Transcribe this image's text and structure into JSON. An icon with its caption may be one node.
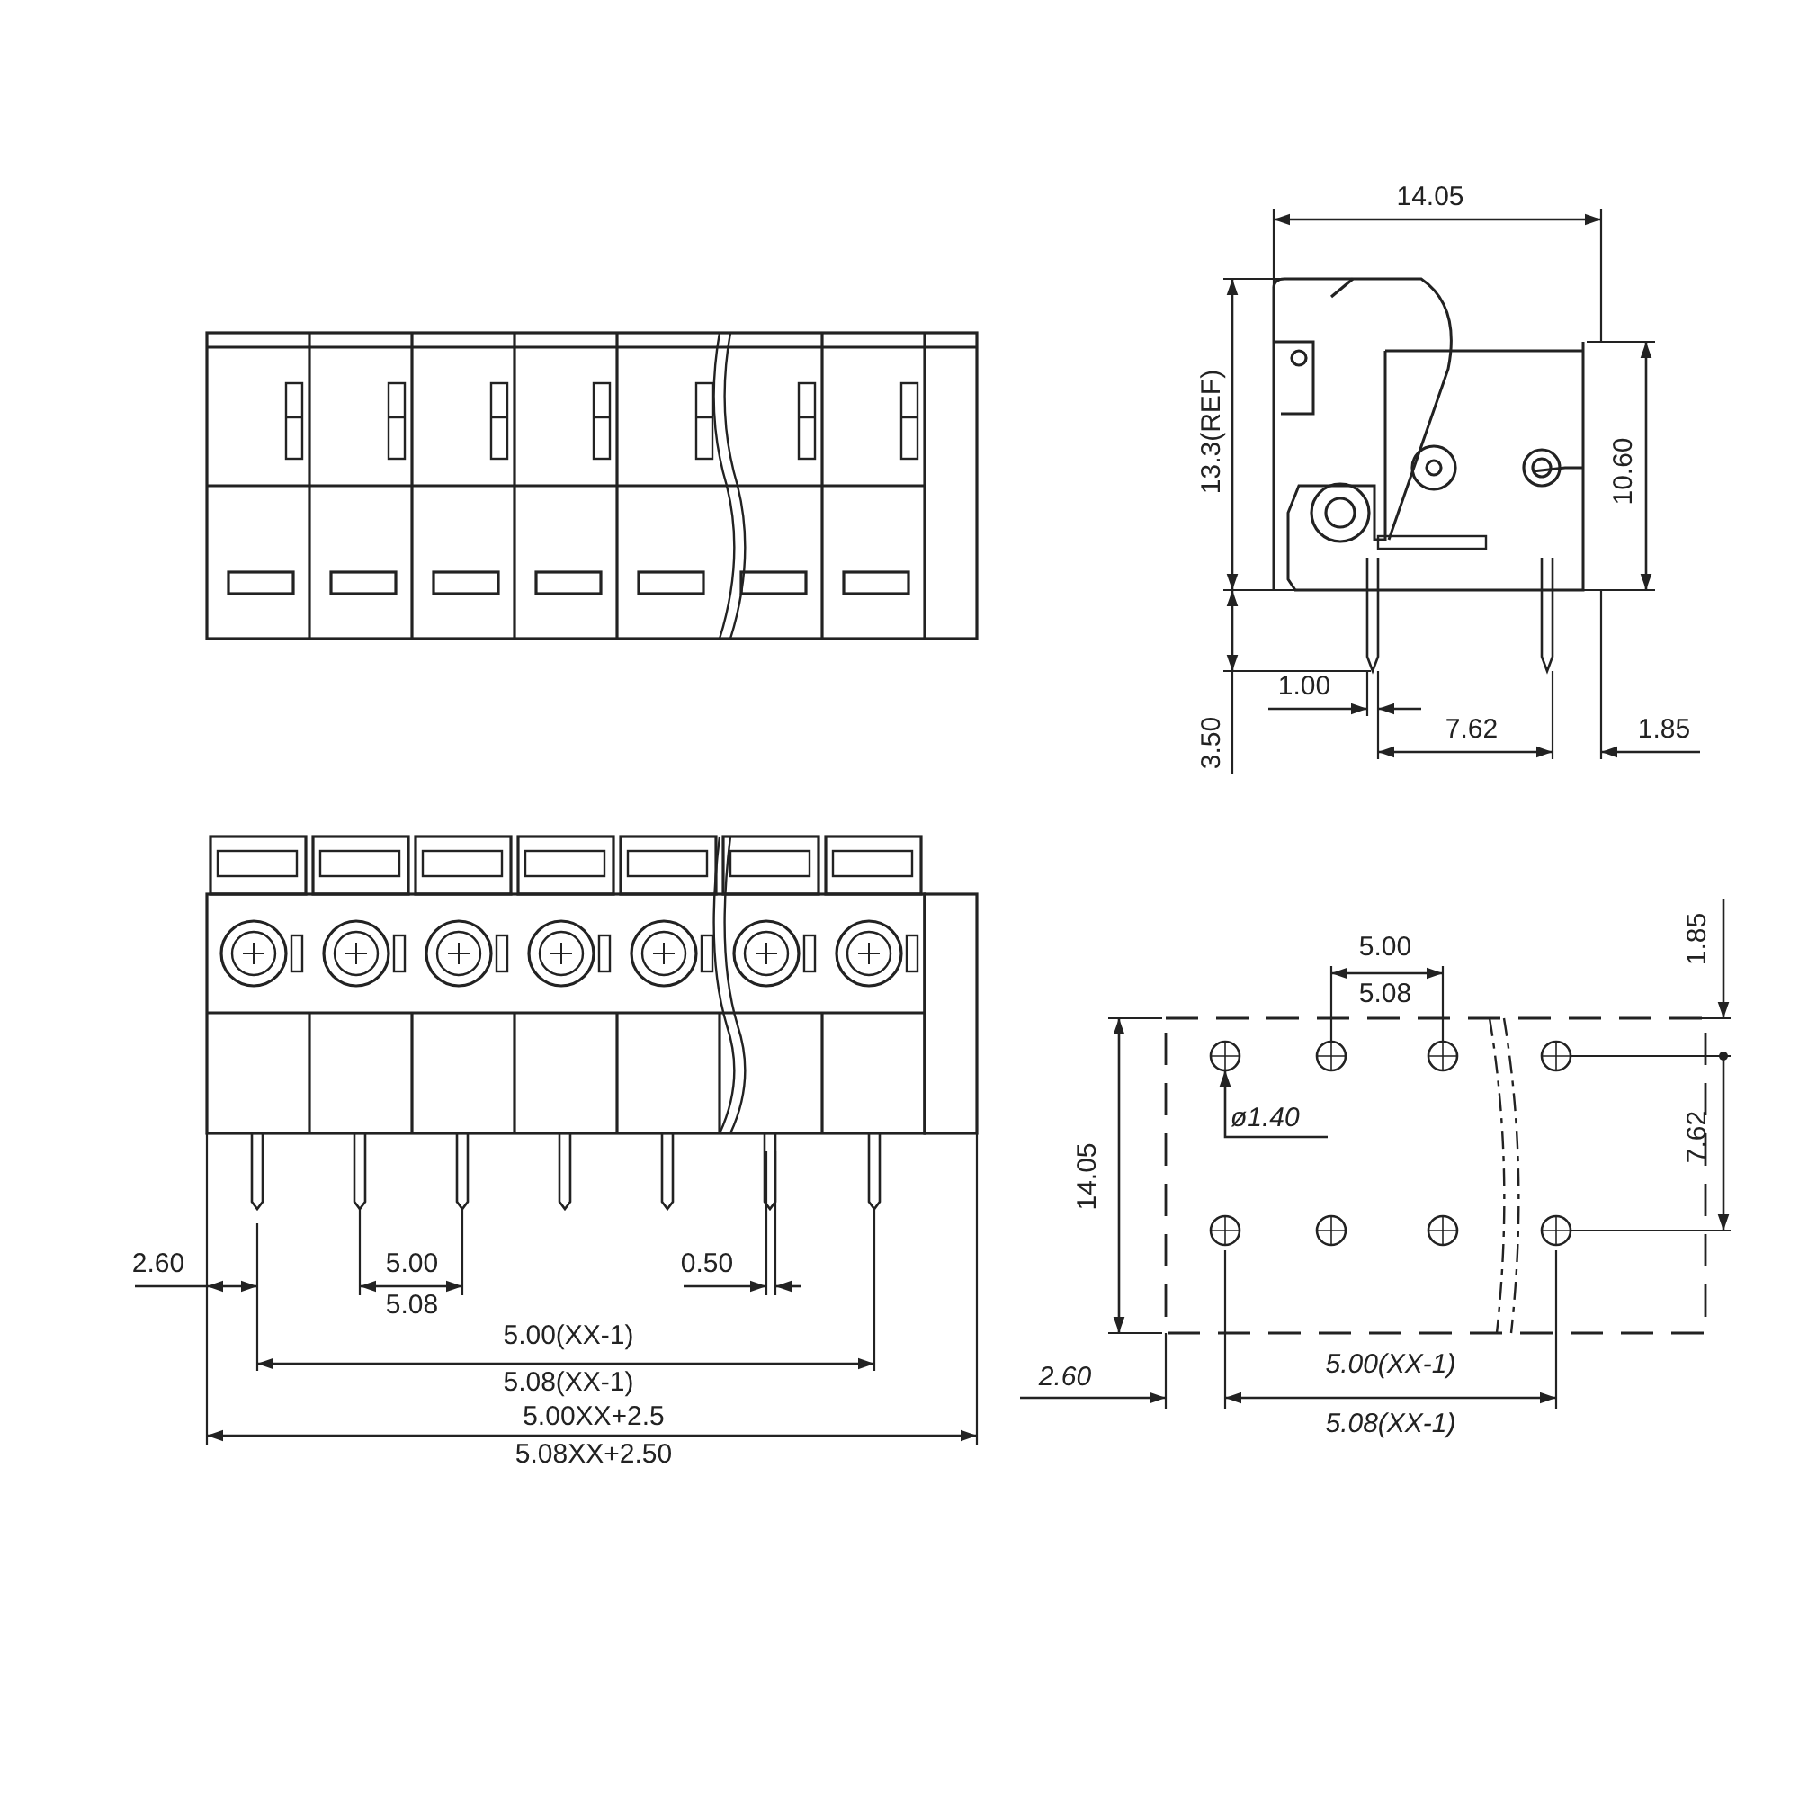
{
  "diagram": {
    "nodes": [
      {
        "text": [
          "ø1.40"
        ]
      },
      {
        "text": [],
        "shape": "circle"
      }
    ],
    "edges": [
      {
        "from": 0,
        "to": 1,
        "arrow": "to"
      }
    ],
    "labels": [
      "14.05",
      "13.3(REF)",
      "10.60",
      "1.00",
      "7.62",
      "1.85",
      "3.50",
      "2.60",
      "5.00",
      "5.08",
      "0.50",
      "5.00(XX-1)",
      "5.08(XX-1)",
      "5.00XX+2.5",
      "5.08XX+2.50",
      "5.00",
      "5.08",
      "1.85",
      "14.05",
      "7.62",
      "2.60",
      "5.00(XX-1)",
      "5.08(XX-1)"
    ]
  }
}
